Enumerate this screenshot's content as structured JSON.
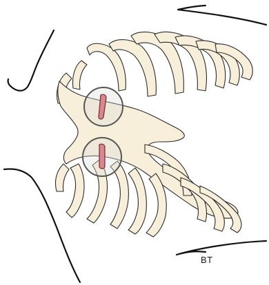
{
  "illustration": {
    "signature": "BT",
    "colors": {
      "bone": "#f7efd9",
      "outline": "#2a2a2a",
      "fracture_fill": "#d9868d",
      "fracture_stroke": "#6b2b30",
      "circle_fill": "rgba(220,220,220,0.35)",
      "circle_stroke": "#555555",
      "body_line": "#111111"
    },
    "highlights": [
      {
        "label": "upper-fracture-highlight"
      },
      {
        "label": "lower-fracture-highlight"
      }
    ]
  }
}
